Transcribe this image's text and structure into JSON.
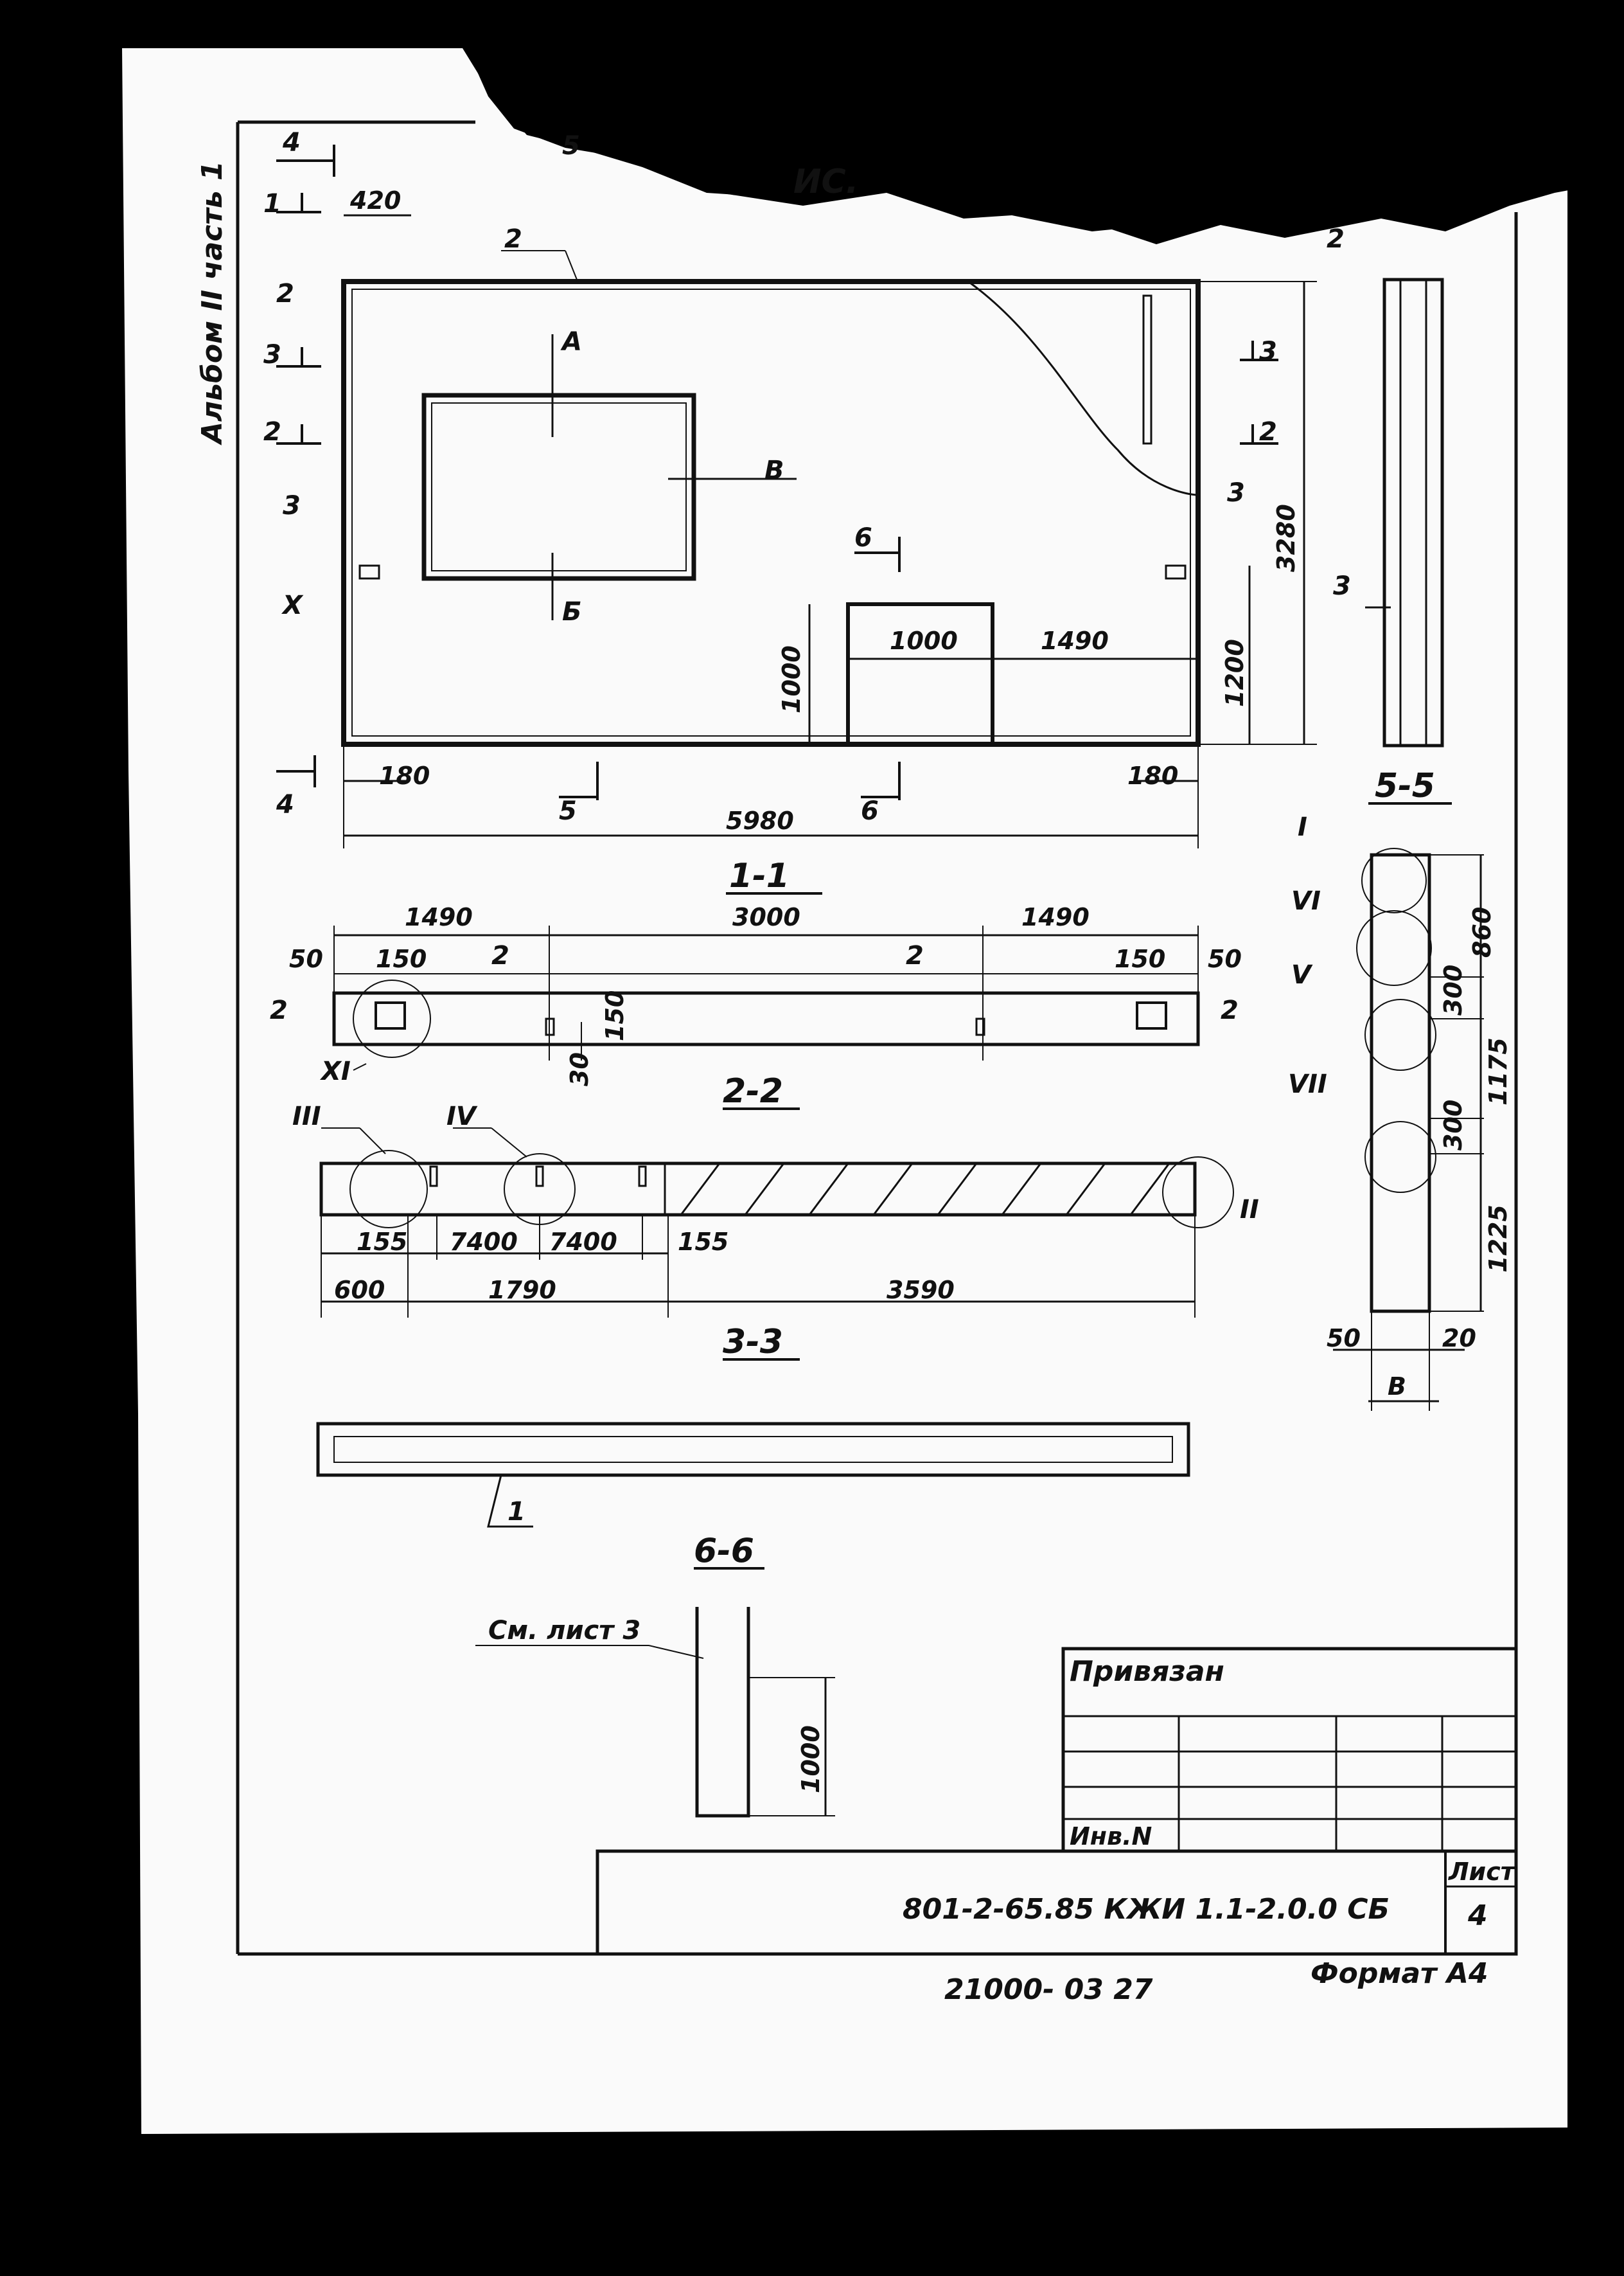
{
  "side_label": "Альбом II часть 1",
  "header_fragment": "ИС.",
  "plan": {
    "cut_marks": [
      "4",
      "1",
      "3",
      "2",
      "5",
      "3",
      "2",
      "6",
      "4",
      "5",
      "6"
    ],
    "labels": {
      "A": "А",
      "B": "Б",
      "V": "В"
    },
    "leaders": [
      "2",
      "2",
      "3",
      "3",
      "Х",
      "2",
      "3"
    ],
    "dims": {
      "d420": "420",
      "d180a": "180",
      "d180b": "180",
      "d5980": "5980",
      "d1000w": "1000",
      "d1490": "1490",
      "d1000h": "1000",
      "d1200": "1200",
      "d3280": "3280"
    }
  },
  "section_1_1": {
    "title": "1-1",
    "dims": [
      "1490",
      "3000",
      "1490",
      "50",
      "150",
      "150",
      "50",
      "150",
      "30"
    ],
    "leaders": [
      "2",
      "2",
      "2",
      "2",
      "ХI"
    ]
  },
  "section_2_2": {
    "title": "2-2",
    "dims": [
      "155",
      "7400",
      "7400",
      "155",
      "600",
      "1790",
      "3590"
    ],
    "leaders": [
      "III",
      "IV",
      "II"
    ]
  },
  "section_3_3": {
    "title": "3-3",
    "leader": "1"
  },
  "section_5_5": {
    "title": "5-5",
    "leaders": [
      "I",
      "VI",
      "V",
      "VII"
    ],
    "dims": [
      "860",
      "300",
      "1175",
      "300",
      "1225",
      "50",
      "20",
      "В"
    ]
  },
  "section_6_6": {
    "title": "6-6",
    "note": "См. лист 3",
    "dim": "1000"
  },
  "title_block": {
    "privyazan": "Привязан",
    "inv": "Инв.N",
    "code": "801-2-65.85 КЖИ 1.1-2.0.0 СБ",
    "sheet_label": "Лист",
    "sheet_no": "4"
  },
  "footer": {
    "stamp": "21000- 03  27",
    "format": "Формат А4"
  }
}
